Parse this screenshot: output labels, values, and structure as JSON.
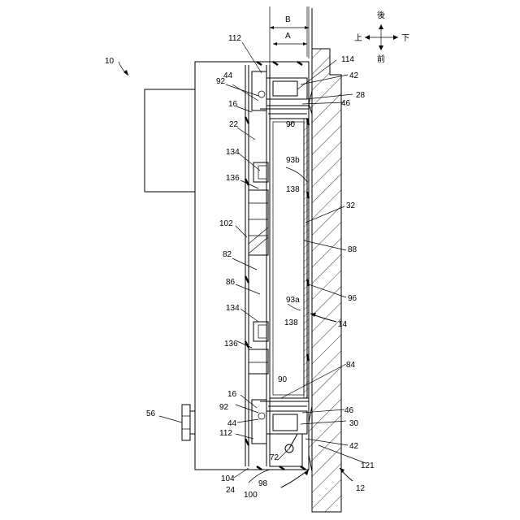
{
  "figure_number": "10",
  "dimension_labels": {
    "a": "A",
    "b": "B"
  },
  "orientation": {
    "up": "上",
    "down": "下",
    "front": "前",
    "back": "後"
  },
  "labels": {
    "n112_top": "112",
    "n92_top": "92",
    "n44_top": "44",
    "n16_top": "16",
    "n22": "22",
    "n134_top": "134",
    "n136_top": "136",
    "n138_top": "138",
    "n93b": "93b",
    "n90_top": "90",
    "n114": "114",
    "n42_top": "42",
    "n28": "28",
    "n46_top": "46",
    "n32": "32",
    "n88": "88",
    "n102": "102",
    "n82": "82",
    "n86": "86",
    "n93a": "93a",
    "n134_bot": "134",
    "n138_bot": "138",
    "n136_bot": "136",
    "n96": "96",
    "n14": "14",
    "n84": "84",
    "n90_bot": "90",
    "n56": "56",
    "n16_bot": "16",
    "n92_bot": "92",
    "n44_bot": "44",
    "n112_bot": "112",
    "n46_bot": "46",
    "n30": "30",
    "n42_bot": "42",
    "n72": "72",
    "n104": "104",
    "n98": "98",
    "n24": "24",
    "n100": "100",
    "n121": "121",
    "n12": "12"
  }
}
